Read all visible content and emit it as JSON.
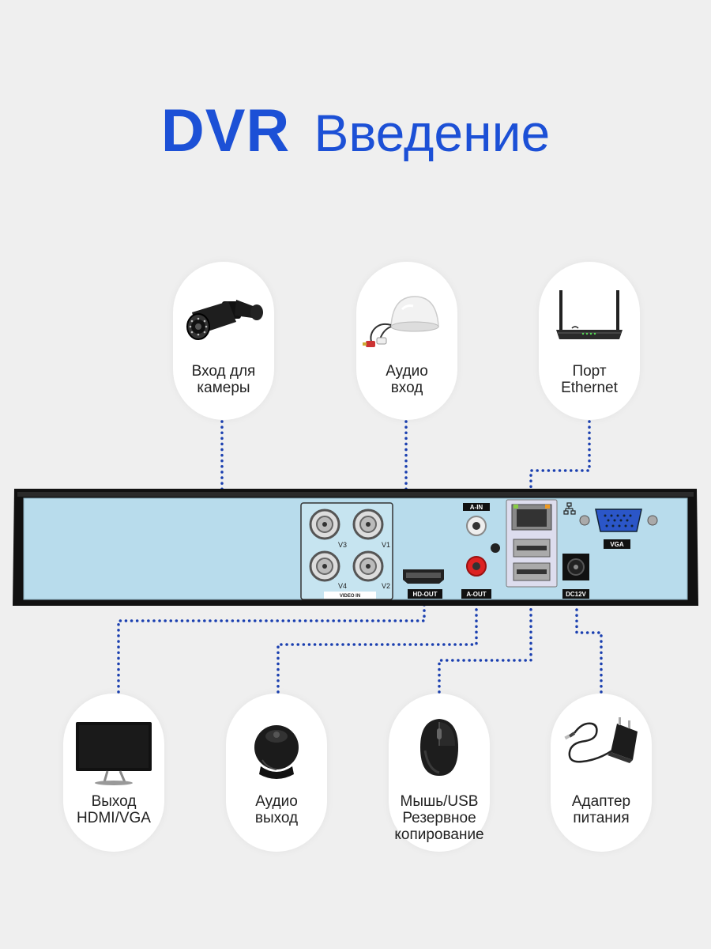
{
  "title": {
    "part1": "DVR",
    "part2": "Введение"
  },
  "top_items": [
    {
      "line1": "Вход для",
      "line2": "камеры",
      "icon": "camera-icon"
    },
    {
      "line1": "Аудио",
      "line2": "вход",
      "icon": "microphone-icon"
    },
    {
      "line1": "Порт",
      "line2": "Ethernet",
      "icon": "router-icon"
    }
  ],
  "bottom_items": [
    {
      "line1": "Выход",
      "line2": "HDMI/VGA",
      "line3": "",
      "icon": "monitor-icon"
    },
    {
      "line1": "Аудио",
      "line2": "выход",
      "line3": "",
      "icon": "speaker-icon"
    },
    {
      "line1": "Мышь/USB",
      "line2": "Резервное",
      "line3": "копирование",
      "icon": "mouse-icon"
    },
    {
      "line1": "Адаптер",
      "line2": "питания",
      "line3": "",
      "icon": "power-adapter-icon"
    }
  ],
  "panel": {
    "a_in": "A-IN",
    "a_out": "A-OUT",
    "hd_out": "HD-OUT",
    "vga": "VGA",
    "dc12v": "DC12V",
    "video_in": "VIDEO IN",
    "channels": [
      "V3",
      "V1",
      "V4",
      "V2"
    ]
  },
  "colors": {
    "title": "#1c50d6",
    "panel": "#b8dcec",
    "dots": "#1a3fb0"
  }
}
